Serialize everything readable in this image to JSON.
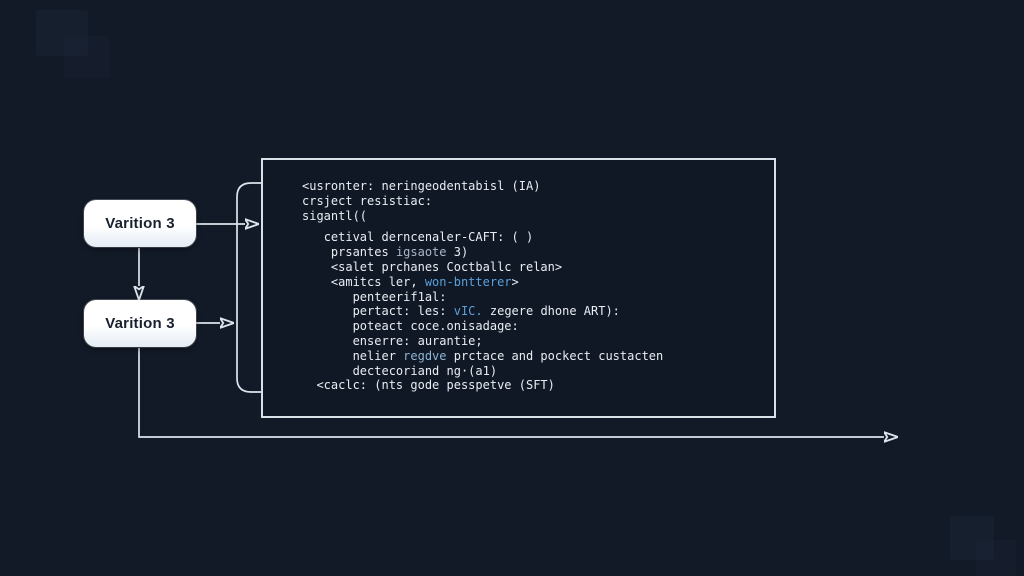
{
  "diagram": {
    "background_color": "#121a28",
    "line_color": "#dde4eb",
    "watermark_color": "#1c2636",
    "nodes": [
      {
        "label": "Varition 3"
      },
      {
        "label": "Varition 3"
      }
    ],
    "connectors": [
      "node1-to-panel-arrow",
      "node1-to-node2-arrow",
      "node2-to-bracket-arrow",
      "bracket-to-panel",
      "node2-bottom-long-right-arrow"
    ],
    "code_panel": {
      "border_color": "#d9e0e8",
      "background_color": "#101826",
      "text_color": "#e9edf2",
      "accent_blue": "#58a0da",
      "lines": [
        {
          "indent": 0,
          "segments": [
            {
              "t": "<usronter: neringeodentabisl (IA)",
              "s": "plain"
            }
          ]
        },
        {
          "indent": 0,
          "segments": [
            {
              "t": "crsject resistiac:",
              "s": "plain"
            }
          ]
        },
        {
          "indent": 0,
          "segments": [
            {
              "t": "sigantl((",
              "s": "plain"
            }
          ]
        },
        {
          "indent": 0,
          "blank": true,
          "segments": []
        },
        {
          "indent": 3,
          "segments": [
            {
              "t": "cetival derncenaler-CAFT: ( )",
              "s": "plain"
            }
          ]
        },
        {
          "indent": 4,
          "segments": [
            {
              "t": "prsantes ",
              "s": "plain"
            },
            {
              "t": "igsaote",
              "s": "dim"
            },
            {
              "t": " 3)",
              "s": "plain"
            }
          ]
        },
        {
          "indent": 4,
          "segments": [
            {
              "t": "<salet prchanes Coctballc relan>",
              "s": "plain"
            }
          ]
        },
        {
          "indent": 4,
          "segments": [
            {
              "t": "<amitcs ler, ",
              "s": "plain"
            },
            {
              "t": "won-bntterer",
              "s": "blue"
            },
            {
              "t": ">",
              "s": "plain"
            }
          ]
        },
        {
          "indent": 7,
          "segments": [
            {
              "t": "penteerif1al:",
              "s": "plain"
            }
          ]
        },
        {
          "indent": 7,
          "segments": [
            {
              "t": "pertact: les: ",
              "s": "plain"
            },
            {
              "t": "vIC.",
              "s": "blue"
            },
            {
              "t": " zegere dhone ART):",
              "s": "plain"
            }
          ]
        },
        {
          "indent": 7,
          "segments": [
            {
              "t": "poteact coce.onisadage:",
              "s": "plain"
            }
          ]
        },
        {
          "indent": 7,
          "segments": [
            {
              "t": "enserre: aurantie;",
              "s": "plain"
            }
          ]
        },
        {
          "indent": 7,
          "segments": [
            {
              "t": "nelier ",
              "s": "plain"
            },
            {
              "t": "regdve",
              "s": "dim-blue"
            },
            {
              "t": " prctace and pockect custacten",
              "s": "plain"
            }
          ]
        },
        {
          "indent": 7,
          "segments": [
            {
              "t": "dectecoriand ng·(a1)",
              "s": "plain"
            }
          ]
        },
        {
          "indent": 2,
          "segments": [
            {
              "t": "<caclc: (nts gode pesspetve (SFT)",
              "s": "plain"
            }
          ]
        }
      ]
    }
  }
}
